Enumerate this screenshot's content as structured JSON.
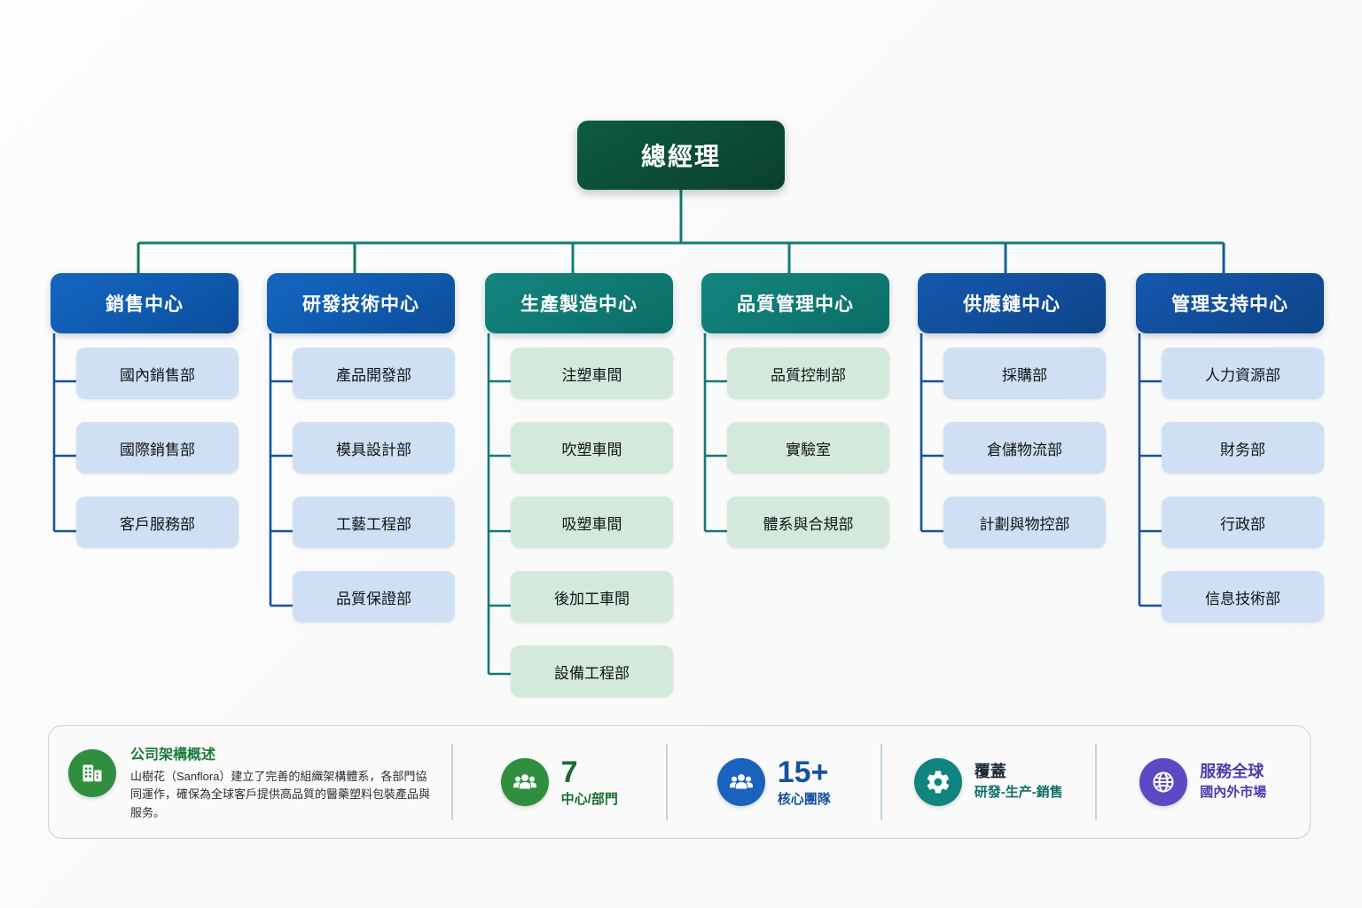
{
  "root": {
    "label": "總經理"
  },
  "columns": [
    {
      "title": "銷售中心",
      "theme": "blue",
      "items": [
        "國內銷售部",
        "國際銷售部",
        "客戶服務部"
      ]
    },
    {
      "title": "研發技術中心",
      "theme": "blue",
      "items": [
        "產品開發部",
        "模具設計部",
        "工藝工程部",
        "品質保證部"
      ]
    },
    {
      "title": "生產製造中心",
      "theme": "teal",
      "items": [
        "注塑車間",
        "吹塑車間",
        "吸塑車間",
        "後加工車間",
        "設備工程部"
      ]
    },
    {
      "title": "品質管理中心",
      "theme": "teal",
      "items": [
        "品質控制部",
        "實驗室",
        "體系與合規部"
      ]
    },
    {
      "title": "供應鏈中心",
      "theme": "blue-dark",
      "items": [
        "採購部",
        "倉儲物流部",
        "計劃與物控部"
      ]
    },
    {
      "title": "管理支持中心",
      "theme": "blue-dark",
      "items": [
        "人力資源部",
        "財务部",
        "行政部",
        "信息技術部"
      ]
    }
  ],
  "footer": {
    "overview": {
      "icon": "building-icon",
      "title": "公司架構概述",
      "description": "山樹花（Sanflora）建立了完善的組織架構體系，各部門協同運作，確保為全球客戶提供高品質的醫藥塑料包裝產品與服务。"
    },
    "stats": [
      {
        "icon": "group-users-icon",
        "value": "7",
        "label": "中心/部門",
        "color": "#2f8f3f"
      },
      {
        "icon": "team-users-icon",
        "value": "15+",
        "label": "核心團隊",
        "color": "#1a62bd"
      },
      {
        "icon": "gear-icon",
        "value": "覆蓋",
        "label": "研發-生产-銷售",
        "color": "#10847e"
      },
      {
        "icon": "globe-icon",
        "value": "服務全球",
        "label": "國內外市場",
        "color": "#5b4ac4"
      }
    ]
  },
  "theme": {
    "connector_green": "#0d6b4f",
    "connector_teal": "#10847e",
    "connector_blue": "#12509e",
    "header_blue": "#1565c0",
    "header_teal": "#14857f",
    "item_blue": "#cfe0f4",
    "item_green": "#d3e9dc",
    "root_green": "#0c4c36",
    "background": "#fcfcfc"
  }
}
